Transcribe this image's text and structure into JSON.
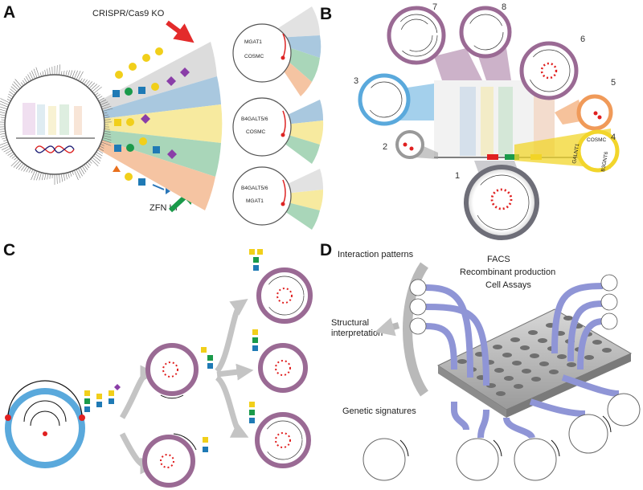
{
  "panels": {
    "a": {
      "label": "A",
      "crispr_label": "CRISPR/Cas9 KO",
      "zfn_label": "ZFN KI",
      "cell_top_gene1": "MGAT1",
      "cell_top_gene2": "COSMC",
      "cell_mid_gene1": "B4GALT5/6",
      "cell_mid_gene2": "COSMC",
      "cell_bot_gene1": "B4GALT5/6",
      "cell_bot_gene2": "MGAT1"
    },
    "b": {
      "label": "B",
      "cluster_numbers": [
        "1",
        "2",
        "3",
        "4",
        "5",
        "6",
        "7",
        "8"
      ],
      "gene_cosmc": "COSMC",
      "gene_galnt": "GALNT1",
      "gene_b3gnt": "B3GNT6"
    },
    "c": {
      "label": "C"
    },
    "d": {
      "label": "D",
      "interaction_patterns": "Interaction patterns",
      "structural_line1": "Structural",
      "structural_line2": "interpretation",
      "genetic_signatures": "Genetic signatures",
      "facs": "FACS",
      "recombinant": "Recombinant production",
      "cell_assays": "Cell Assays"
    }
  },
  "colors": {
    "red_arrow": "#e32b2b",
    "green_arrow": "#1a9a4a",
    "lane_gray": "#d9d9d9",
    "lane_blue": "#a9c8df",
    "lane_yellow": "#f7ea9f",
    "lane_green": "#a9d6b9",
    "lane_orange": "#f5c4a2",
    "purple_ring": "#9a6a94",
    "blue_ring": "#5aa9dc",
    "tube": "#8f95d6",
    "dot_red": "#e02020"
  }
}
